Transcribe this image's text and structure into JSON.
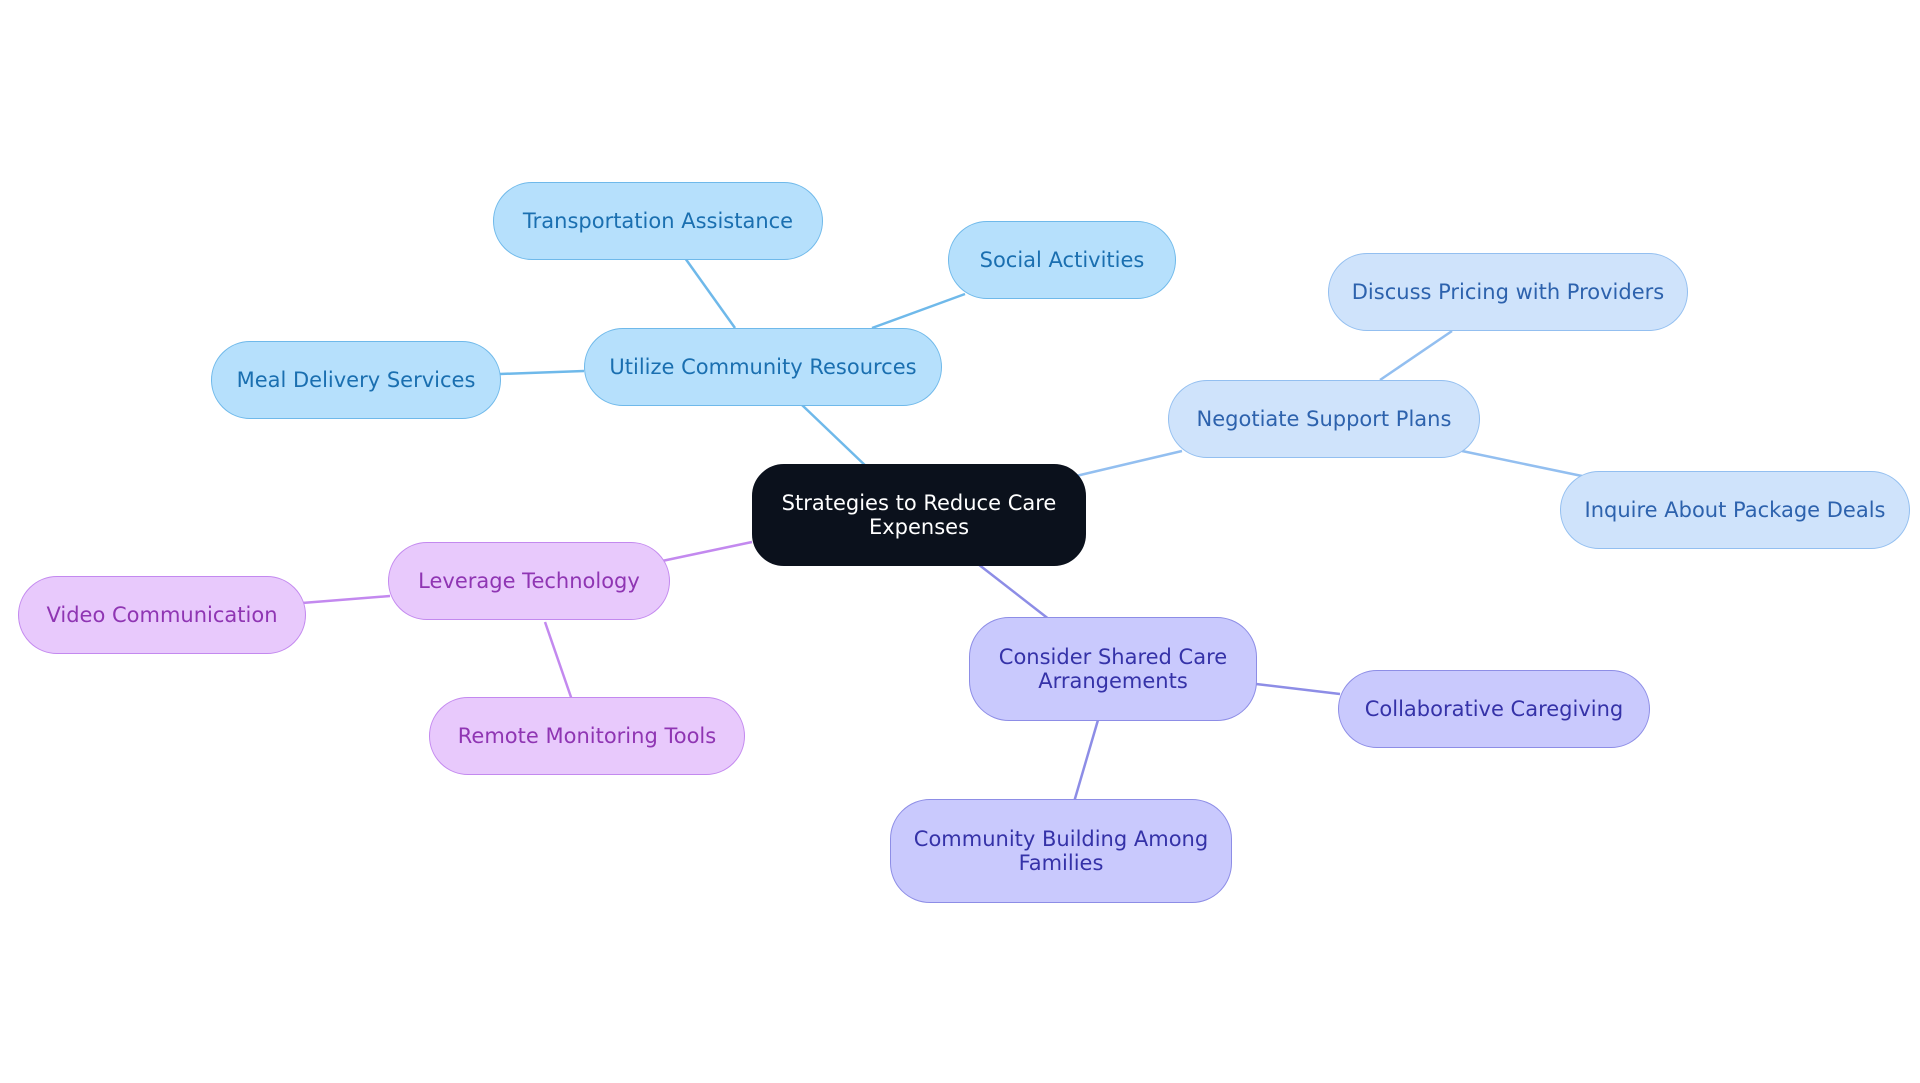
{
  "diagram": {
    "root": {
      "label": "Strategies to Reduce Care Expenses"
    },
    "branches": [
      {
        "id": "community",
        "label": "Utilize Community Resources",
        "color": "#6fb9ea",
        "children": [
          {
            "label": "Transportation Assistance"
          },
          {
            "label": "Social Activities"
          },
          {
            "label": "Meal Delivery Services"
          }
        ]
      },
      {
        "id": "negotiate",
        "label": "Negotiate Support Plans",
        "color": "#93bff0",
        "children": [
          {
            "label": "Discuss Pricing with Providers"
          },
          {
            "label": "Inquire About Package Deals"
          }
        ]
      },
      {
        "id": "shared",
        "label": "Consider Shared Care Arrangements",
        "color": "#8d8de6",
        "children": [
          {
            "label": "Collaborative Caregiving"
          },
          {
            "label": "Community Building Among Families"
          }
        ]
      },
      {
        "id": "technology",
        "label": "Leverage Technology",
        "color": "#c389ef",
        "children": [
          {
            "label": "Video Communication"
          },
          {
            "label": "Remote Monitoring Tools"
          }
        ]
      }
    ]
  }
}
